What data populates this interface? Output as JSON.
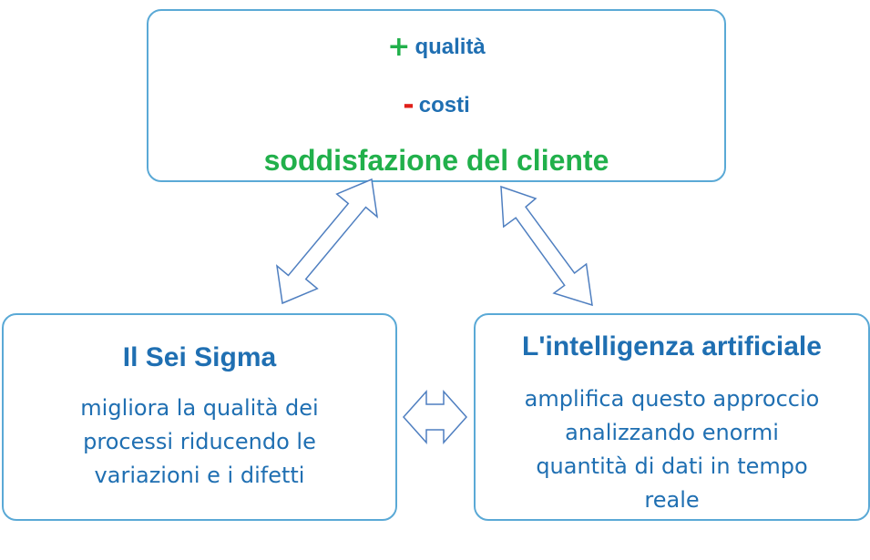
{
  "colors": {
    "border": "#5aa9d6",
    "blue_text": "#1f6fb2",
    "green": "#21b04b",
    "red": "#e0201a",
    "arrow_stroke": "#4f7fc0"
  },
  "top_box": {
    "plus_symbol": "+",
    "plus_label": "qualità",
    "minus_symbol": "-",
    "minus_label": "costi",
    "goal": "soddisfazione del cliente"
  },
  "left_box": {
    "title": "Il Sei Sigma",
    "lines": [
      "migliora la qualità dei",
      "processi riducendo le",
      "variazioni e i difetti"
    ]
  },
  "right_box": {
    "title": "L'intelligenza artificiale",
    "lines": [
      "amplifica questo approccio",
      "analizzando enormi",
      "quantità di dati in tempo",
      "reale"
    ]
  },
  "arrows": [
    {
      "name": "arrow-left-top",
      "direction": "double"
    },
    {
      "name": "arrow-right-top",
      "direction": "double"
    },
    {
      "name": "arrow-left-right",
      "direction": "double"
    }
  ]
}
